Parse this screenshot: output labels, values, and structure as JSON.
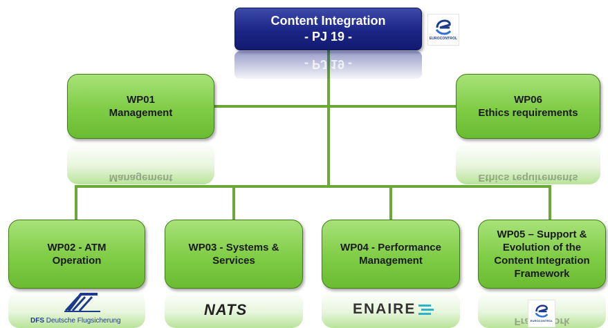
{
  "title": {
    "line1": "Content Integration",
    "line2": "- PJ 19 -"
  },
  "boxes": {
    "wp01": {
      "line1": "WP01",
      "line2": "Management"
    },
    "wp06": {
      "line1": "WP06",
      "line2": "Ethics requirements"
    },
    "wp02": {
      "line1": "WP02 - ATM",
      "line2": "Operation"
    },
    "wp03": {
      "line1": "WP03 - Systems &",
      "line2": "Services"
    },
    "wp04": {
      "line1": "WP04 - Performance",
      "line2": "Management"
    },
    "wp05": {
      "line1": "WP05 – Support &",
      "line2": "Evolution of the",
      "line3": "Content Integration",
      "line4": "Framework"
    }
  },
  "logos": {
    "eurocontrol": "EUROCONTROL",
    "dfs_abbr": "DFS",
    "dfs_name": "Deutsche Flugsicherung",
    "nats": "NATS",
    "enaire": "ENAIRE"
  },
  "colors": {
    "title_fill": "#1b2585",
    "box_fill": "#7fcc45",
    "box_border": "#3e7d12",
    "connector": "#6aa838",
    "eurocontrol_blue": "#1e3a8a"
  }
}
